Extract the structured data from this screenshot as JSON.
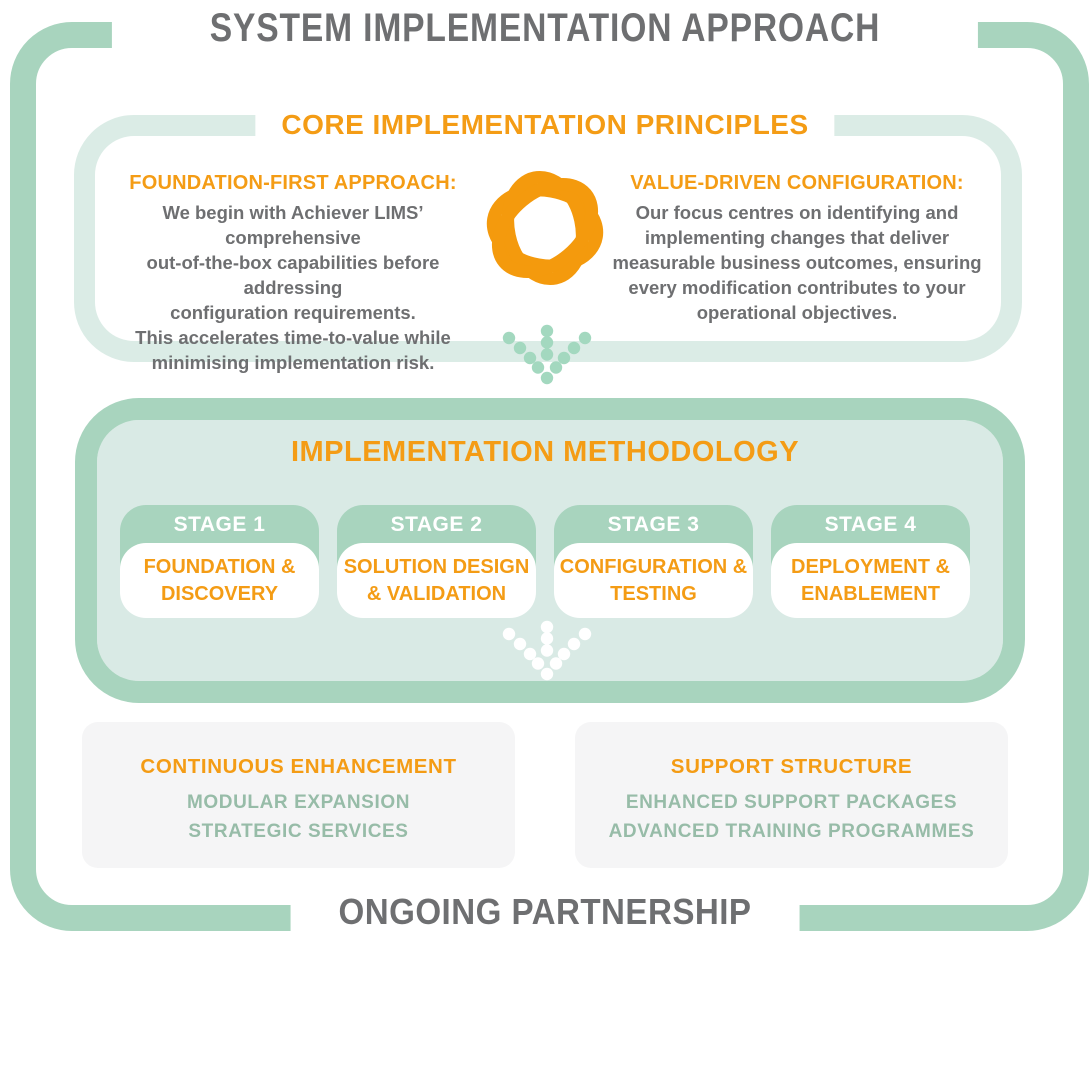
{
  "page": {
    "title": "SYSTEM IMPLEMENTATION APPROACH",
    "footer_title": "ONGOING PARTNERSHIP"
  },
  "principles": {
    "title": "CORE IMPLEMENTATION PRINCIPLES",
    "left": {
      "heading": "FOUNDATION-FIRST APPROACH:",
      "body": "We begin with Achiever LIMS’ comprehensive\nout-of-the-box capabilities before addressing\nconfiguration requirements.\nThis accelerates time-to-value while\nminimising implementation risk."
    },
    "right": {
      "heading": "VALUE-DRIVEN CONFIGURATION:",
      "body": "Our focus centres on identifying and\nimplementing changes that deliver\nmeasurable business outcomes, ensuring\nevery modification contributes to your\noperational objectives."
    },
    "icon": "orange-knot-icon"
  },
  "methodology": {
    "title": "IMPLEMENTATION METHODOLOGY",
    "stages": [
      {
        "label": "STAGE 1",
        "name": "FOUNDATION &\nDISCOVERY"
      },
      {
        "label": "STAGE 2",
        "name": "SOLUTION DESIGN\n& VALIDATION"
      },
      {
        "label": "STAGE 3",
        "name": "CONFIGURATION &\nTESTING"
      },
      {
        "label": "STAGE 4",
        "name": "DEPLOYMENT &\nENABLEMENT"
      }
    ]
  },
  "ongoing": {
    "boxes": [
      {
        "heading": "CONTINUOUS ENHANCEMENT",
        "items": [
          "MODULAR EXPANSION",
          "STRATEGIC SERVICES"
        ]
      },
      {
        "heading": "SUPPORT STRUCTURE",
        "items": [
          "ENHANCED SUPPORT PACKAGES",
          "ADVANCED TRAINING PROGRAMMES"
        ]
      }
    ]
  },
  "colors": {
    "accent_orange": "#F49C15",
    "frame_green": "#A8D4BE",
    "mint_fill": "#D9EAE5",
    "light_mint_border": "#DBECE6",
    "text_gray": "#6E6F71",
    "muted_green_text": "#97BCA8",
    "gray_box_fill": "#F5F5F6"
  }
}
